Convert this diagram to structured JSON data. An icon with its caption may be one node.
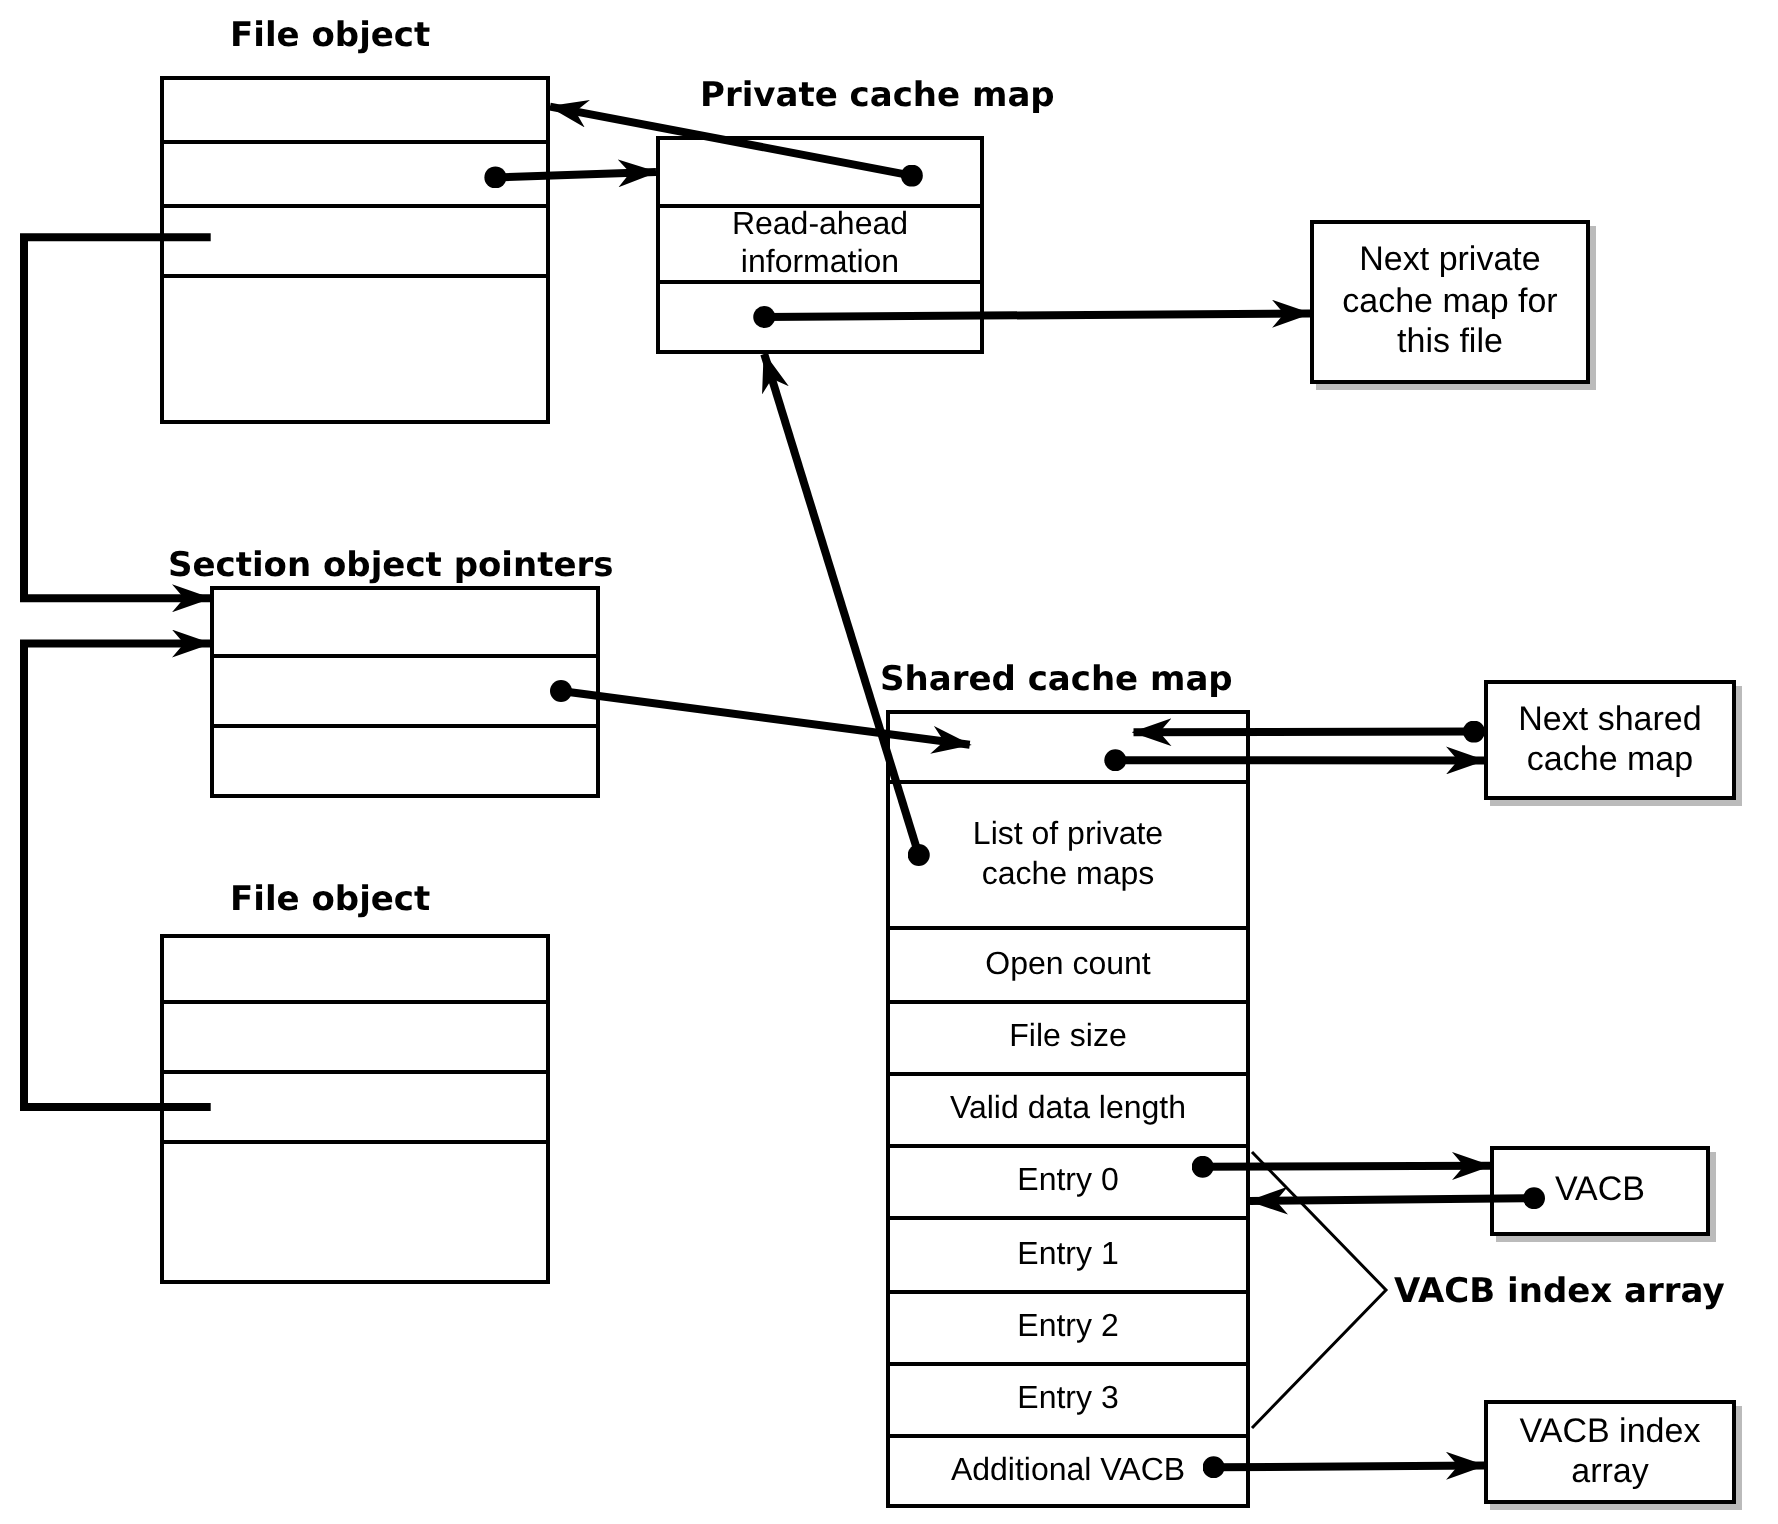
{
  "diagram": {
    "nodes": [
      {
        "text": [
          "File object"
        ]
      },
      {
        "text": [],
        "shape": "box",
        "in": 0
      },
      {
        "text": [],
        "shape": "box",
        "in": 0
      },
      {
        "text": [],
        "shape": "box",
        "in": 0
      },
      {
        "text": [],
        "shape": "box",
        "in": 0
      },
      {
        "text": [
          "Private cache map"
        ]
      },
      {
        "text": [],
        "shape": "box",
        "in": 5
      },
      {
        "text": [
          "Read-ahead information"
        ],
        "in": 5
      },
      {
        "text": [],
        "shape": "box",
        "in": 5
      },
      {
        "text": [
          "Next private cache map for this file"
        ]
      },
      {
        "text": [
          "Section object pointers"
        ]
      },
      {
        "text": [],
        "shape": "box",
        "in": 10
      },
      {
        "text": [],
        "shape": "box",
        "in": 10
      },
      {
        "text": [],
        "shape": "box",
        "in": 10
      },
      {
        "text": [
          "File object"
        ]
      },
      {
        "text": [],
        "shape": "box",
        "in": 14
      },
      {
        "text": [],
        "shape": "box",
        "in": 14
      },
      {
        "text": [],
        "shape": "box",
        "in": 14
      },
      {
        "text": [],
        "shape": "box",
        "in": 14
      },
      {
        "text": [
          "Shared cache map"
        ]
      },
      {
        "text": [],
        "shape": "box",
        "in": 19
      },
      {
        "text": [
          "List of private cache maps"
        ],
        "in": 19
      },
      {
        "text": [
          "Open count"
        ],
        "in": 19
      },
      {
        "text": [
          "File size"
        ],
        "in": 19
      },
      {
        "text": [
          "Valid data length"
        ],
        "in": 19
      },
      {
        "text": [
          "Entry 0"
        ],
        "in": 19
      },
      {
        "text": [
          "Entry 1"
        ],
        "in": 19
      },
      {
        "text": [
          "Entry 2"
        ],
        "in": 19
      },
      {
        "text": [
          "Entry 3"
        ],
        "in": 19
      },
      {
        "text": [
          "Additional VACB"
        ],
        "in": 19
      },
      {
        "text": [
          "Next shared cache map"
        ]
      },
      {
        "text": [
          "VACB"
        ]
      },
      {
        "text": [
          "VACB index array"
        ]
      }
    ],
    "edges": [
      {
        "from": 6,
        "to": 1,
        "arrow": "to"
      },
      {
        "from": 2,
        "to": 6,
        "arrow": "to"
      },
      {
        "from": 3,
        "to": 11,
        "arrow": "to"
      },
      {
        "from": 8,
        "to": 9,
        "arrow": "to"
      },
      {
        "from": 21,
        "to": 8,
        "arrow": "to"
      },
      {
        "from": 17,
        "to": 11,
        "arrow": "to"
      },
      {
        "from": 12,
        "to": 20,
        "arrow": "to"
      },
      {
        "from": 20,
        "to": 30,
        "arrow": "to"
      },
      {
        "from": 30,
        "to": 20,
        "arrow": "to"
      },
      {
        "from": 25,
        "to": 31,
        "arrow": "to"
      },
      {
        "from": 31,
        "to": 25,
        "arrow": "to"
      },
      {
        "from": 29,
        "to": 32,
        "arrow": "to"
      }
    ],
    "labels": [
      "VACB index array"
    ]
  }
}
